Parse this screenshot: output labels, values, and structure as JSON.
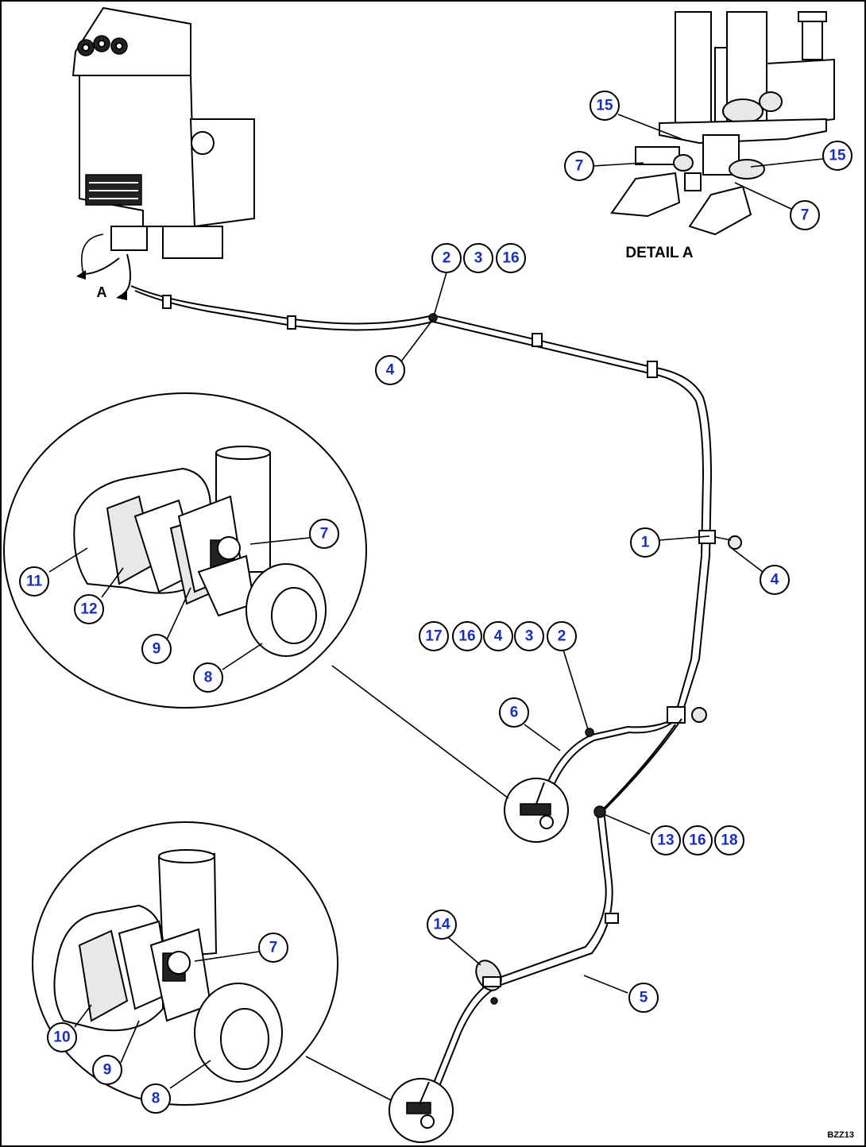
{
  "callout_color": "#1a2fb8",
  "detail_title": "DETAIL A",
  "view_marker": "A",
  "drawing_code": "BZZ13",
  "callouts": [
    {
      "id": "c15a",
      "text": "15"
    },
    {
      "id": "c15b",
      "text": "15"
    },
    {
      "id": "c7a",
      "text": "7"
    },
    {
      "id": "c7b",
      "text": "7"
    },
    {
      "id": "c2a",
      "text": "2"
    },
    {
      "id": "c3a",
      "text": "3"
    },
    {
      "id": "c16a",
      "text": "16"
    },
    {
      "id": "c4a",
      "text": "4"
    },
    {
      "id": "c7c",
      "text": "7"
    },
    {
      "id": "c11",
      "text": "11"
    },
    {
      "id": "c12",
      "text": "12"
    },
    {
      "id": "c9a",
      "text": "9"
    },
    {
      "id": "c8a",
      "text": "8"
    },
    {
      "id": "c1",
      "text": "1"
    },
    {
      "id": "c4b",
      "text": "4"
    },
    {
      "id": "c17",
      "text": "17"
    },
    {
      "id": "c16b",
      "text": "16"
    },
    {
      "id": "c4c",
      "text": "4"
    },
    {
      "id": "c3b",
      "text": "3"
    },
    {
      "id": "c2b",
      "text": "2"
    },
    {
      "id": "c6",
      "text": "6"
    },
    {
      "id": "c13",
      "text": "13"
    },
    {
      "id": "c16c",
      "text": "16"
    },
    {
      "id": "c18",
      "text": "18"
    },
    {
      "id": "c14",
      "text": "14"
    },
    {
      "id": "c7d",
      "text": "7"
    },
    {
      "id": "c5",
      "text": "5"
    },
    {
      "id": "c10",
      "text": "10"
    },
    {
      "id": "c9b",
      "text": "9"
    },
    {
      "id": "c8b",
      "text": "8"
    }
  ]
}
